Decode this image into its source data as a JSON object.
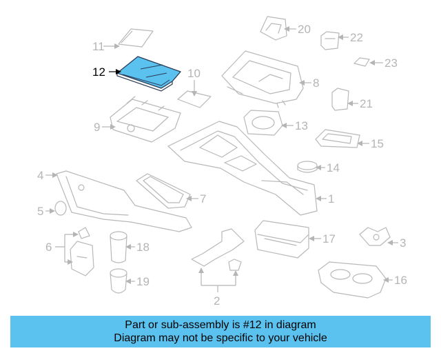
{
  "diagram": {
    "highlighted_part": "12",
    "highlight_color": "#5bc2f0",
    "callouts": [
      "1",
      "2",
      "3",
      "4",
      "5",
      "6",
      "7",
      "8",
      "9",
      "10",
      "11",
      "12",
      "13",
      "14",
      "15",
      "16",
      "17",
      "18",
      "19",
      "20",
      "21",
      "22",
      "23"
    ]
  },
  "banner": {
    "line1": "Part or sub-assembly is #12 in diagram",
    "line2": "Diagram may not be specific to your vehicle",
    "color": "#5bc2f0"
  }
}
